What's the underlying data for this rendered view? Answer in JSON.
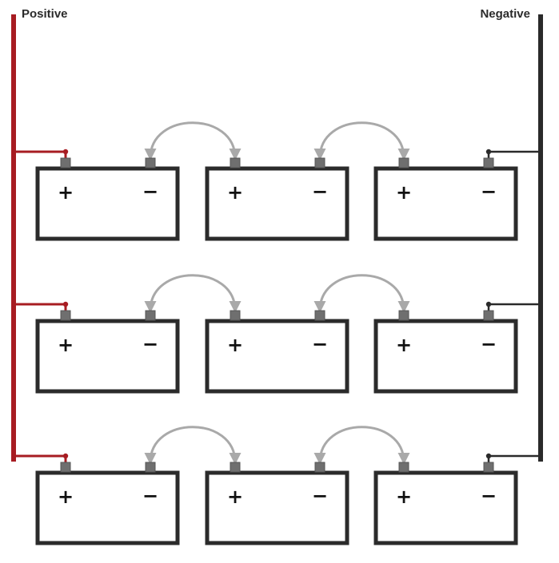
{
  "title": {
    "positive": "Positive",
    "negative": "Negative"
  },
  "colors": {
    "positive_bus": "#a71c22",
    "negative_bus": "#2a2a2a",
    "battery_outline": "#2b2b2b",
    "terminal": "#6f6f6f",
    "series_jumper": "#a9a9a9"
  },
  "battery": {
    "positive_symbol": "+",
    "negative_symbol": "−"
  },
  "bank": {
    "rows": 3,
    "batteries_per_row": 3,
    "wiring": "series strings wired in parallel"
  }
}
